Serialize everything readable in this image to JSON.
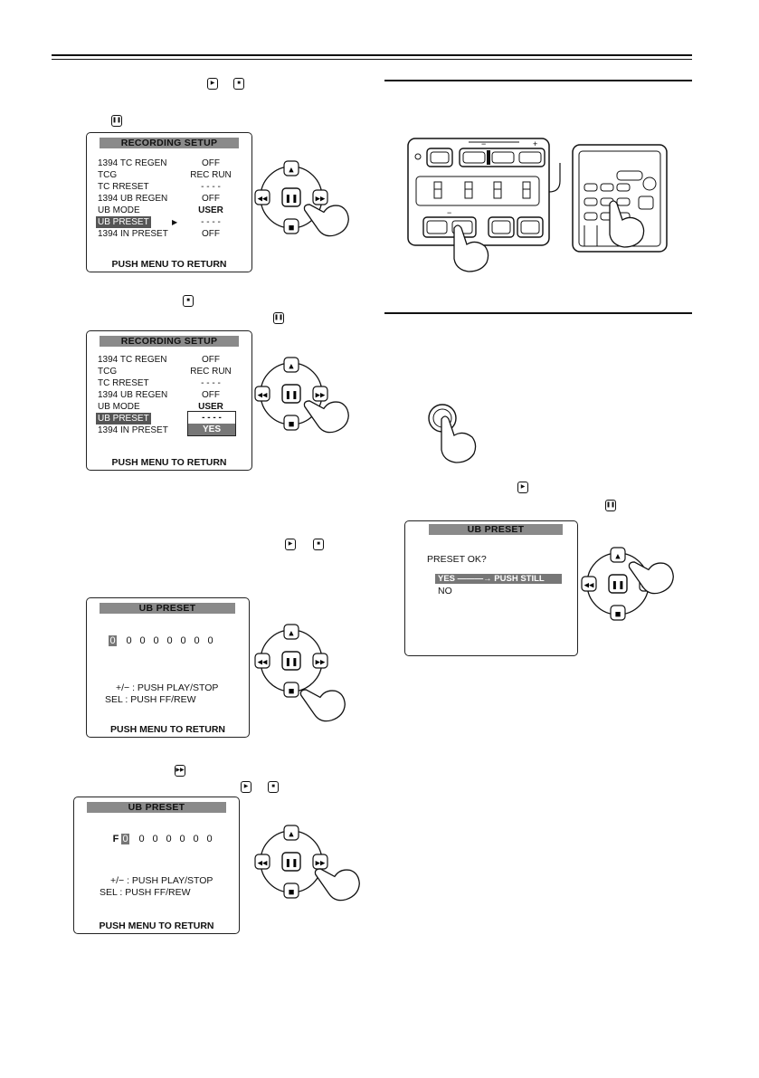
{
  "screen1": {
    "title": "RECORDING SETUP",
    "rows": [
      {
        "label": "1394 TC REGEN",
        "value": "OFF"
      },
      {
        "label": "TCG",
        "value": "REC RUN"
      },
      {
        "label": "TC RRESET",
        "value": "- - - -"
      },
      {
        "label": "1394 UB REGEN",
        "value": "OFF"
      },
      {
        "label": "UB MODE",
        "value": "USER"
      },
      {
        "label": "UB PRESET",
        "value": "- - - -"
      },
      {
        "label": "1394 IN PRESET",
        "value": "OFF"
      }
    ],
    "cursor": "▶",
    "footer": "PUSH  MENU  TO  RETURN"
  },
  "screen2": {
    "title": "RECORDING SETUP",
    "rows": [
      {
        "label": "1394 TC REGEN",
        "value": "OFF"
      },
      {
        "label": "TCG",
        "value": "REC RUN"
      },
      {
        "label": "TC RRESET",
        "value": "- - - -"
      },
      {
        "label": "1394 UB REGEN",
        "value": "OFF"
      },
      {
        "label": "UB MODE",
        "value": "USER"
      },
      {
        "label": "UB PRESET",
        "value": "- - - -"
      },
      {
        "label": "1394 IN PRESET",
        "value": ""
      }
    ],
    "popup_yes": "YES",
    "footer": "PUSH  MENU  TO  RETURN"
  },
  "screen3": {
    "title": "UB  PRESET",
    "digits": [
      "0",
      "0",
      "0",
      "0",
      "0",
      "0",
      "0",
      "0"
    ],
    "help1": "+/−  : PUSH  PLAY/STOP",
    "help2": "SEL : PUSH  FF/REW",
    "footer": "PUSH  MENU  TO  RETURN"
  },
  "screen4": {
    "title": "UB  PRESET",
    "prefix": "F",
    "digits": [
      "0",
      "0",
      "0",
      "0",
      "0",
      "0",
      "0"
    ],
    "help1": "+/−  : PUSH  PLAY/STOP",
    "help2": "SEL : PUSH  FF/REW",
    "footer": "PUSH  MENU  TO  RETURN"
  },
  "screen5": {
    "title": "UB  PRESET",
    "question": "PRESET  OK?",
    "yes": "YES ———→ PUSH  STILL",
    "no": "NO"
  },
  "panel": {
    "minus": "−",
    "plus": "+",
    "minus2": "−"
  },
  "icons": {
    "play": "play-key-icon",
    "stop": "stop-key-icon",
    "still": "still-key-icon",
    "ff": "ff-key-icon"
  }
}
